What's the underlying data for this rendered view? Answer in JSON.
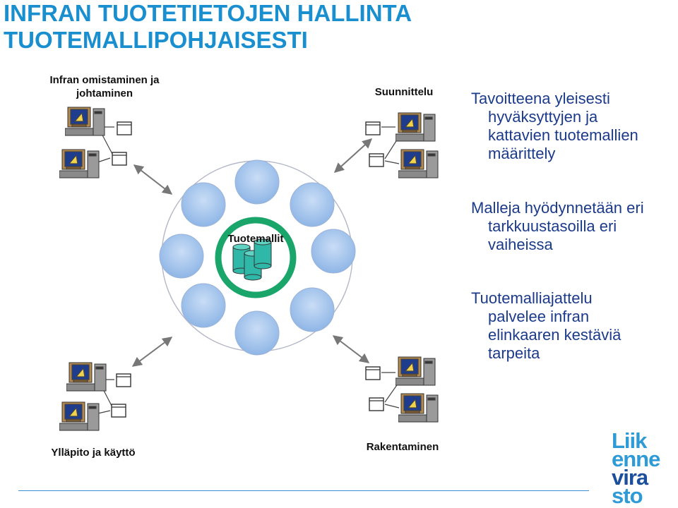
{
  "title": {
    "line1": "INFRAN TUOTETIETOJEN HALLINTA",
    "line2": "TUOTEMALLIPOHJAISESTI"
  },
  "labels": {
    "top_left_line1": "Infran omistaminen ja",
    "top_left_line2": "johtaminen",
    "top_right": "Suunnittelu",
    "bottom_left": "Ylläpito ja käyttö",
    "bottom_right": "Rakentaminen",
    "center": "Tuotemallit"
  },
  "bullets": [
    {
      "lines": [
        "Tavoitteena yleisesti",
        "hyväksyttyjen ja",
        "kattavien tuotemallien",
        "määrittely"
      ]
    },
    {
      "lines": [
        "Malleja hyödynnetään eri",
        "tarkkuustasoilla eri",
        "vaiheissa"
      ]
    },
    {
      "lines": [
        "Tuotemalliajattelu",
        "palvelee infran",
        "elinkaaren kestäviä",
        "tarpeita"
      ]
    }
  ],
  "logo": {
    "line1": "Liik",
    "line2": "enne",
    "line3": "vira",
    "line4": "sto"
  },
  "colors": {
    "title": "#1a8fd0",
    "bullet_text": "#1b3a8a",
    "circle_fill": "#a9c8ee",
    "center_ring": "#1aa66a",
    "cylinder": "#2fb8a8",
    "logo_light": "#2e9bd6",
    "logo_dark": "#1b4f9c"
  },
  "icons": [
    "workstation-icon",
    "document-icon",
    "database-cylinder-icon",
    "arrow-icon"
  ]
}
